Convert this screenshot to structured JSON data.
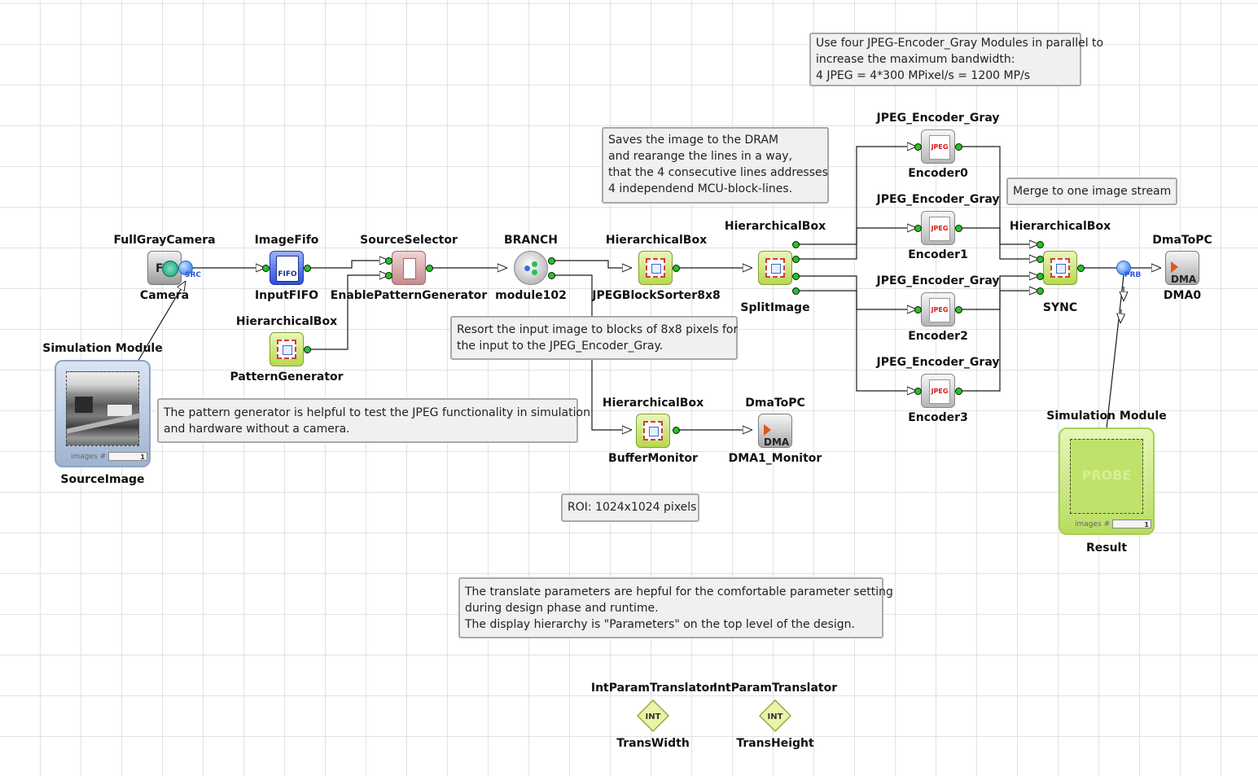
{
  "modules": {
    "camera": {
      "type": "FullGrayCamera",
      "name": "Camera",
      "port": "SRC"
    },
    "input_fifo": {
      "type": "ImageFifo",
      "name": "InputFIFO"
    },
    "source_selector": {
      "type": "SourceSelector",
      "name": "EnablePatternGenerator"
    },
    "pattern_generator": {
      "type": "HierarchicalBox",
      "name": "PatternGenerator"
    },
    "branch": {
      "type": "BRANCH",
      "name": "module102"
    },
    "block_sorter": {
      "type": "HierarchicalBox",
      "name": "JPEGBlockSorter8x8"
    },
    "split_image": {
      "type": "HierarchicalBox",
      "name": "SplitImage"
    },
    "encoder0": {
      "type": "JPEG_Encoder_Gray",
      "name": "Encoder0"
    },
    "encoder1": {
      "type": "JPEG_Encoder_Gray",
      "name": "Encoder1"
    },
    "encoder2": {
      "type": "JPEG_Encoder_Gray",
      "name": "Encoder2"
    },
    "encoder3": {
      "type": "JPEG_Encoder_Gray",
      "name": "Encoder3"
    },
    "sync": {
      "type": "HierarchicalBox",
      "name": "SYNC"
    },
    "dma0": {
      "type": "DmaToPC",
      "name": "DMA0",
      "probe_port": "PRB"
    },
    "buffer_monitor": {
      "type": "HierarchicalBox",
      "name": "BufferMonitor"
    },
    "dma1_monitor": {
      "type": "DmaToPC",
      "name": "DMA1_Monitor"
    },
    "trans_width": {
      "type": "IntParamTranslator",
      "name": "TransWidth"
    },
    "trans_height": {
      "type": "IntParamTranslator",
      "name": "TransHeight"
    }
  },
  "simulation": {
    "source": {
      "type": "Simulation Module",
      "name": "SourceImage",
      "counter_label": "images #",
      "counter_value": "1"
    },
    "result": {
      "type": "Simulation Module",
      "name": "Result",
      "watermark": "PROBE",
      "counter_label": "images #",
      "counter_value": "1"
    }
  },
  "icon_names": {
    "camera": "camera-icon",
    "fifo": "fifo-icon",
    "selector": "source-selector-icon",
    "branch": "branch-icon",
    "hierarchical": "hierarchical-box-icon",
    "jpeg": "jpeg-encoder-icon",
    "dma": "dma-icon",
    "int": "int-translator-icon"
  },
  "notes": {
    "parallel": [
      "Use four JPEG-Encoder_Gray Modules in parallel to",
      "increase the maximum bandwidth:",
      "4 JPEG = 4*300 MPixel/s = 1200 MP/s"
    ],
    "dram": [
      "Saves the image to the DRAM",
      "and rearange the lines in a way,",
      "that the 4 consecutive lines addresses",
      "4 independend MCU-block-lines."
    ],
    "merge": [
      "Merge to one image stream"
    ],
    "resort": [
      "Resort the input image to blocks of 8x8 pixels for",
      "the input to the JPEG_Encoder_Gray."
    ],
    "pattern": [
      "The pattern generator is helpful to test the JPEG functionality in simulation",
      "and hardware without a camera."
    ],
    "roi": [
      "ROI: 1024x1024 pixels"
    ],
    "translate": [
      "The translate  parameters are hepful for the comfortable parameter setting",
      "during design phase and runtime.",
      "The display hierarchy is \"Parameters\" on the top level of the design."
    ]
  },
  "colors": {
    "wire": "#1a1a1a",
    "port": "#22c522",
    "hierarchical_fill": "#c9e87a",
    "fifo_fill": "#4a69ef",
    "selector_fill": "#dcaaaa",
    "jpeg_text": "#d21d1d",
    "note_background": "#f0f0f0",
    "note_border": "#a9a9a9",
    "probe_green": "#b7dd5e"
  }
}
